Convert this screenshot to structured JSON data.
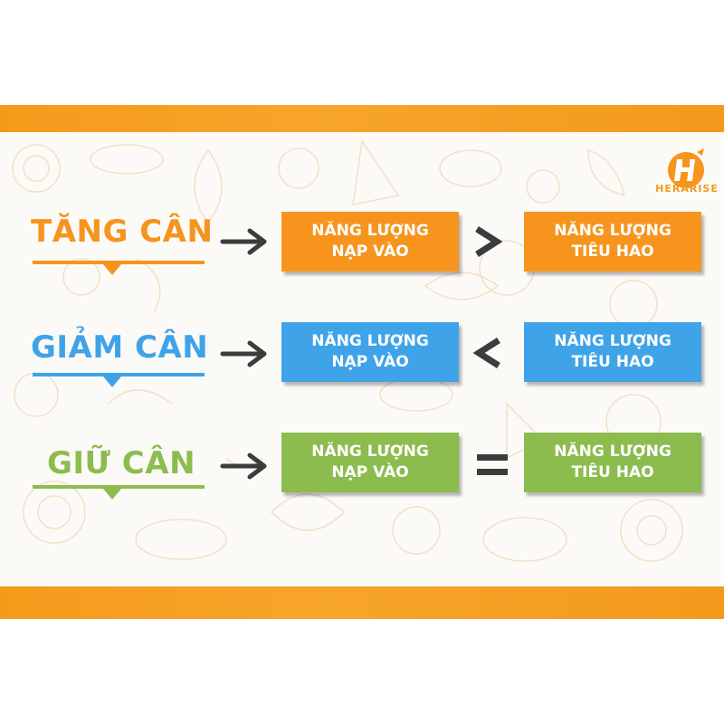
{
  "brand": {
    "logo_icon": "herarise-h-logo-icon",
    "name": "HERARISE",
    "color": "#f29a1e"
  },
  "colors": {
    "orange": "#f7941d",
    "blue": "#3fa3e8",
    "green": "#8cbc4d",
    "dark_operator": "#3c3c3c"
  },
  "rows": [
    {
      "label": "TĂNG CÂN",
      "color": "#f7941d",
      "left_box": {
        "line1": "NĂNG LƯỢNG",
        "line2": "NẠP VÀO"
      },
      "operator": "greater-than",
      "right_box": {
        "line1": "NĂNG LƯỢNG",
        "line2": "TIÊU HAO"
      }
    },
    {
      "label": "GIẢM CÂN",
      "color": "#3fa3e8",
      "left_box": {
        "line1": "NĂNG LƯỢNG",
        "line2": "NẠP VÀO"
      },
      "operator": "less-than",
      "right_box": {
        "line1": "NĂNG LƯỢNG",
        "line2": "TIÊU HAO"
      }
    },
    {
      "label": "GIỮ CÂN",
      "color": "#8cbc4d",
      "left_box": {
        "line1": "NĂNG LƯỢNG",
        "line2": "NẠP VÀO"
      },
      "operator": "equals",
      "right_box": {
        "line1": "NĂNG LƯỢNG",
        "line2": "TIÊU HAO"
      }
    }
  ]
}
